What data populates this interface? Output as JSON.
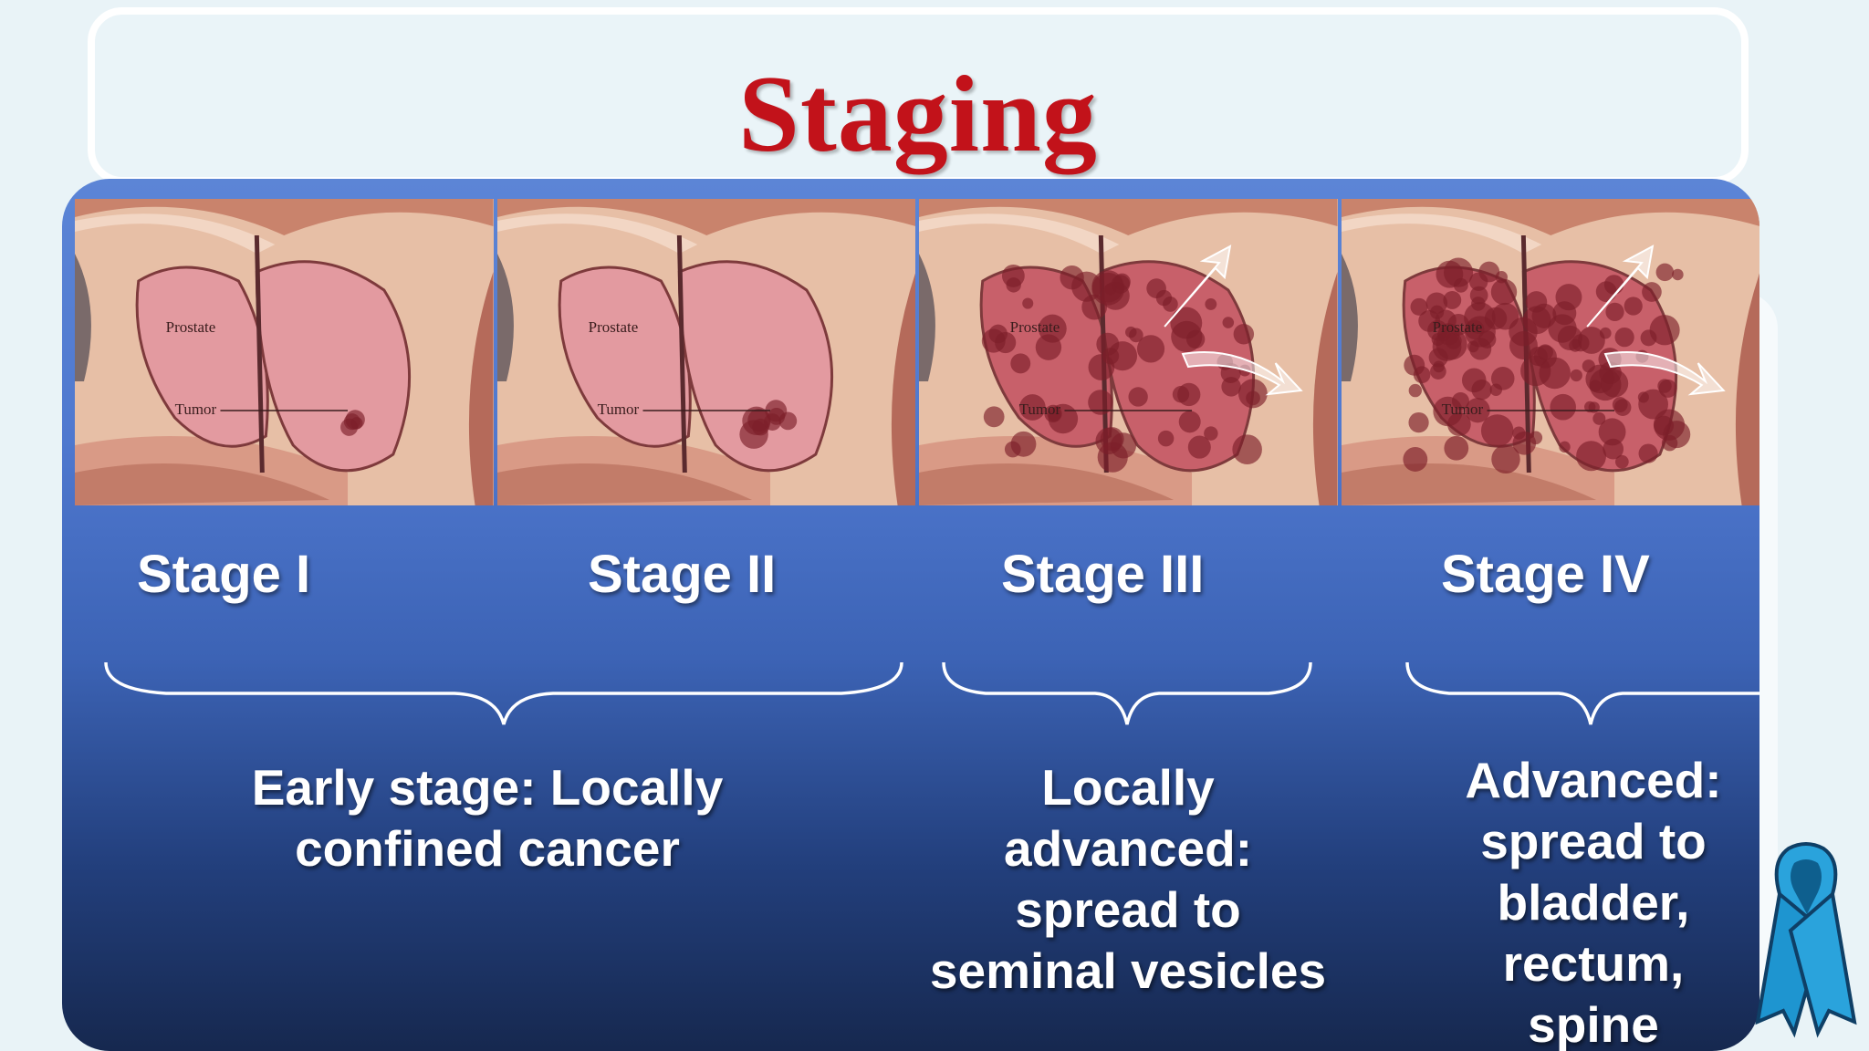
{
  "slide": {
    "title": "Staging"
  },
  "image_labels": {
    "prostate": "Prostate",
    "tumor": "Tumor"
  },
  "stages": [
    {
      "label": "Stage I"
    },
    {
      "label": "Stage II"
    },
    {
      "label": "Stage III"
    },
    {
      "label": "Stage IV"
    }
  ],
  "groups": [
    {
      "lines": [
        "Early stage: Locally",
        "confined cancer"
      ]
    },
    {
      "lines": [
        "Locally",
        "advanced:",
        "spread to",
        "seminal vesicles"
      ]
    },
    {
      "lines": [
        "Advanced:",
        "spread to",
        "bladder,",
        "rectum,",
        "spine"
      ]
    }
  ],
  "colors": {
    "title": "#c2121a",
    "panel_top": "#5c85d6",
    "panel_bottom": "#16284f",
    "ribbon": "#2aa3dc"
  },
  "icons": {
    "ribbon": "awareness-ribbon-icon"
  }
}
